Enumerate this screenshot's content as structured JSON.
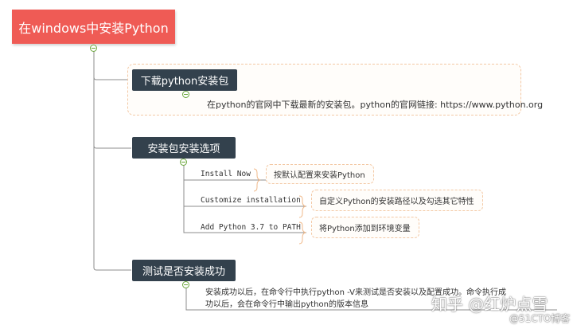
{
  "root": {
    "title": "在windows中安装Python"
  },
  "branches": [
    {
      "title": "下载python安装包",
      "children": [
        {
          "text": "在python的官网中下载最新的安装包。python的官网链接: https://www.python.org"
        }
      ]
    },
    {
      "title": "安装包安装选项",
      "children": [
        {
          "option": "Install Now",
          "description": "按默认配置来安装Python"
        },
        {
          "option": "Customize installation",
          "description": "自定义Python的安装路径以及勾选其它特性"
        },
        {
          "option": "Add Python 3.7 to PATH",
          "description": "将Python添加到环境变量"
        }
      ]
    },
    {
      "title": "测试是否安装成功",
      "children": [
        {
          "line1": "安装成功以后，在命令行中执行python -V来测试是否安装以及配置成功。命令执行成",
          "line2": "功以后，会在命令行中输出python的版本信息"
        }
      ]
    }
  ],
  "watermark": {
    "main": "知乎 @红炉点雪",
    "sub": "@51CTO博客"
  },
  "colors": {
    "root": "#ef5b55",
    "branch": "#33414d",
    "connector": "#8c8c8c",
    "toggle": "#6aa63a",
    "dashed_border": "#f3c8a4"
  }
}
